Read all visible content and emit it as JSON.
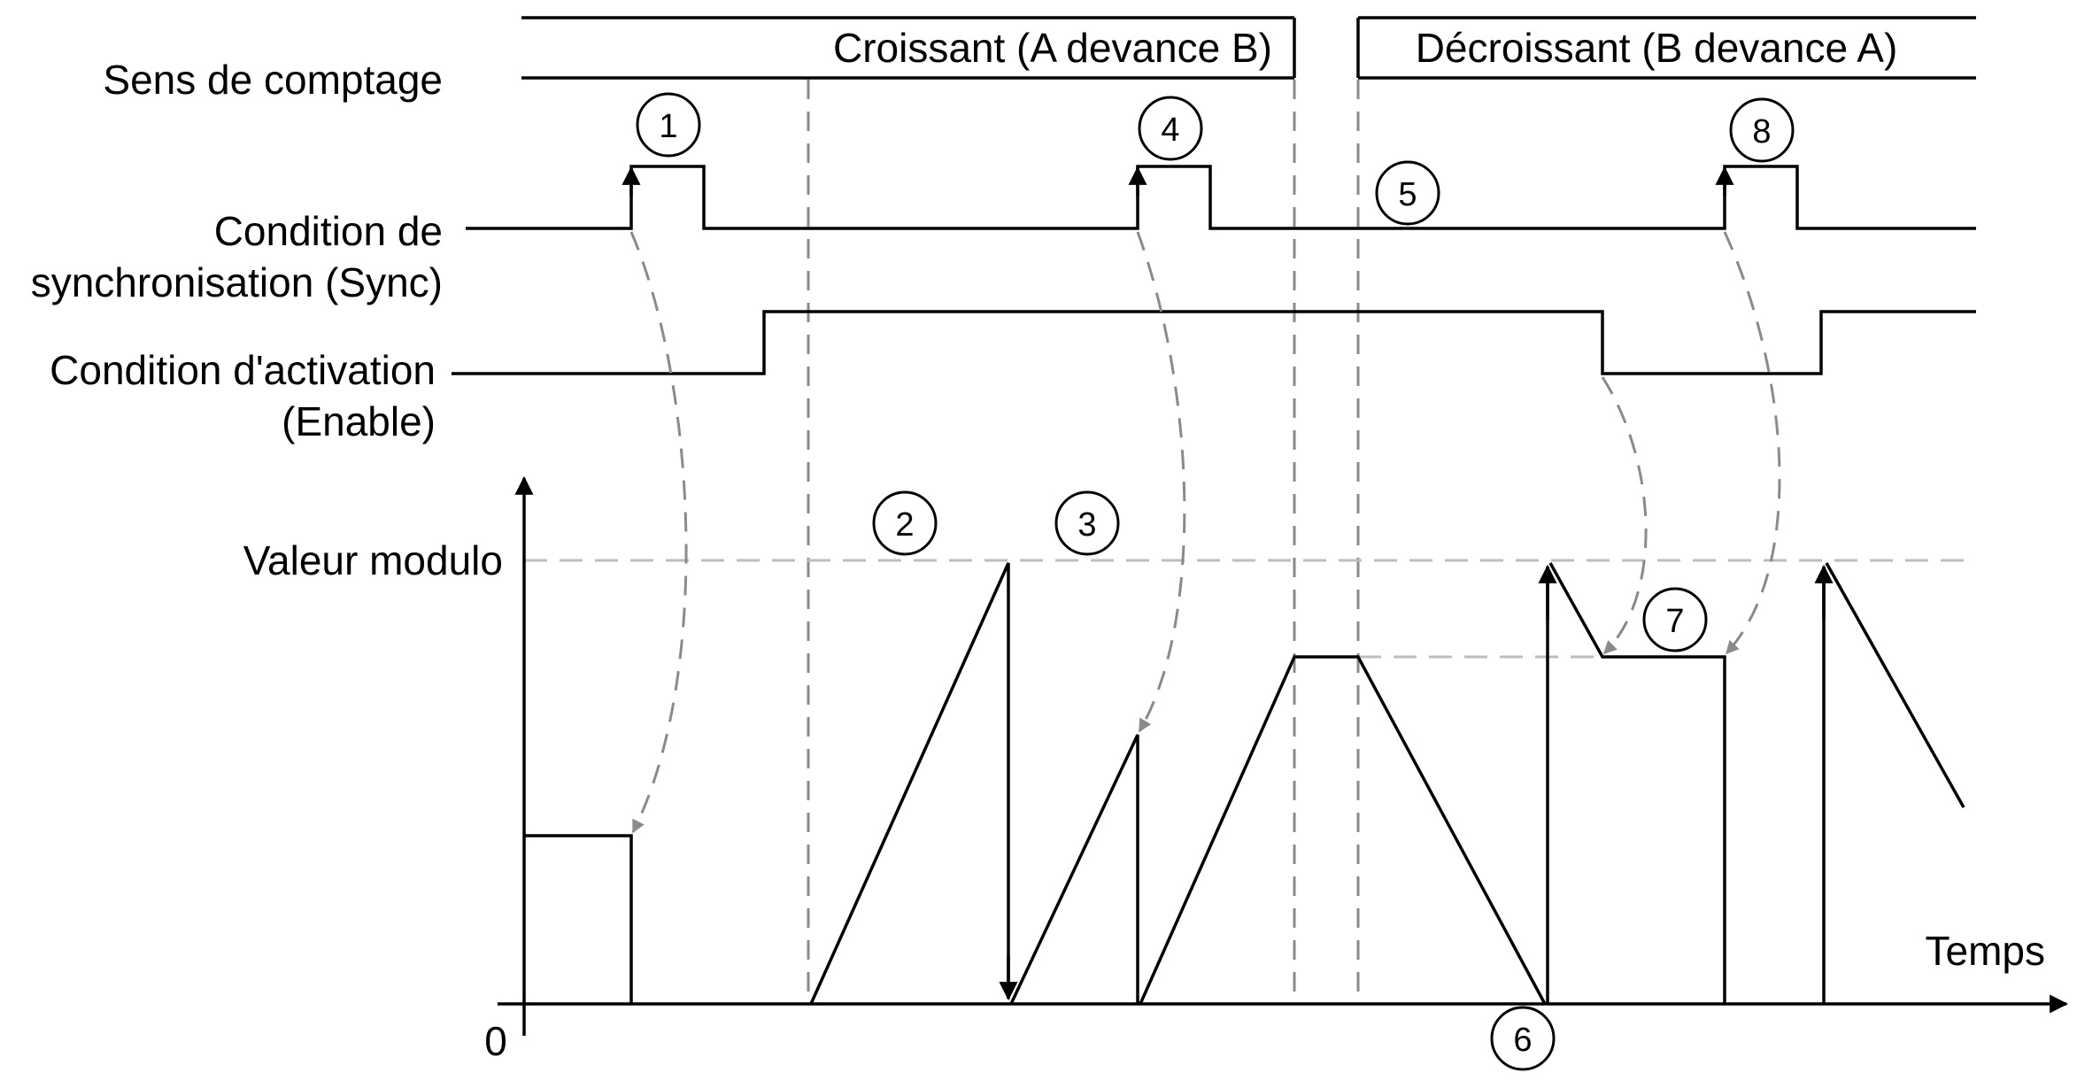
{
  "labels": {
    "counting_direction": "Sens de comptage",
    "sync_line1": "Condition de",
    "sync_line2": "synchronisation (Sync)",
    "enable_line1": "Condition d'activation",
    "enable_line2": "(Enable)",
    "modulo_value": "Valeur modulo",
    "time_axis": "Temps",
    "origin": "0"
  },
  "direction_phases": {
    "up": "Croissant (A devance B)",
    "down": "Décroissant (B devance A)"
  },
  "markers": [
    "1",
    "2",
    "3",
    "4",
    "5",
    "6",
    "7",
    "8"
  ],
  "colors": {
    "signal": "#000000",
    "dashed_guides": "#8a8a8a",
    "modulo_guide": "#bdbdbd"
  }
}
